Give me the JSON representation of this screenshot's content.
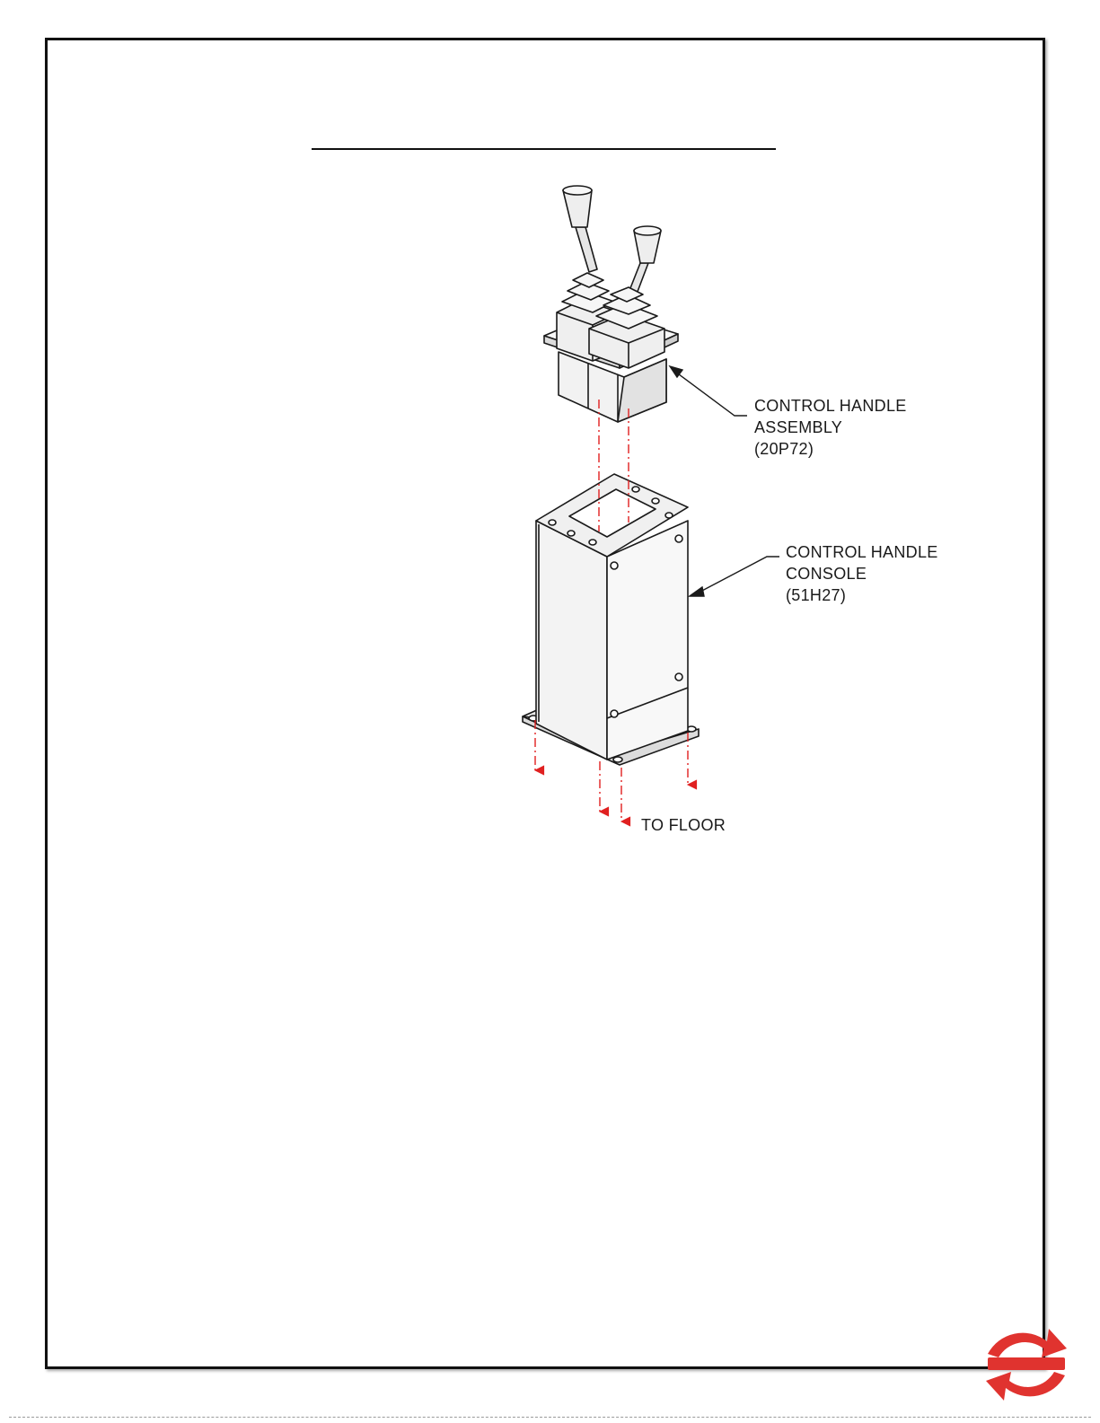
{
  "callouts": {
    "assembly": {
      "line1": "CONTROL HANDLE",
      "line2": "ASSEMBLY",
      "line3": "(20P72)"
    },
    "console": {
      "line1": "CONTROL HANDLE",
      "line2": "CONSOLE",
      "line3": "(51H27)"
    },
    "floor": "TO FLOOR"
  },
  "colors": {
    "frame": "#111111",
    "part_outline": "#1a1a1a",
    "part_fill": "#f2f2f2",
    "part_shade": "#d9d9d9",
    "centerline": "#e02020",
    "logo": "#e0332f"
  },
  "icons": {
    "logo": "circular-arrows-logo"
  }
}
